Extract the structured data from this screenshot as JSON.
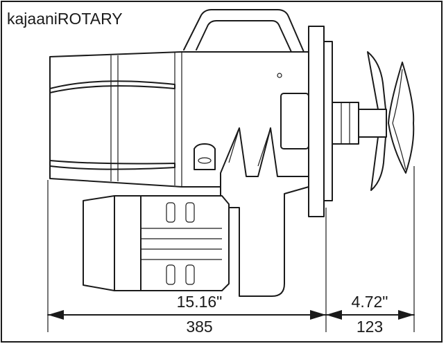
{
  "title": "kajaaniROTARY",
  "dimensions": {
    "left_inches": "15.16\"",
    "left_mm": "385",
    "right_inches": "4.72\"",
    "right_mm": "123"
  }
}
